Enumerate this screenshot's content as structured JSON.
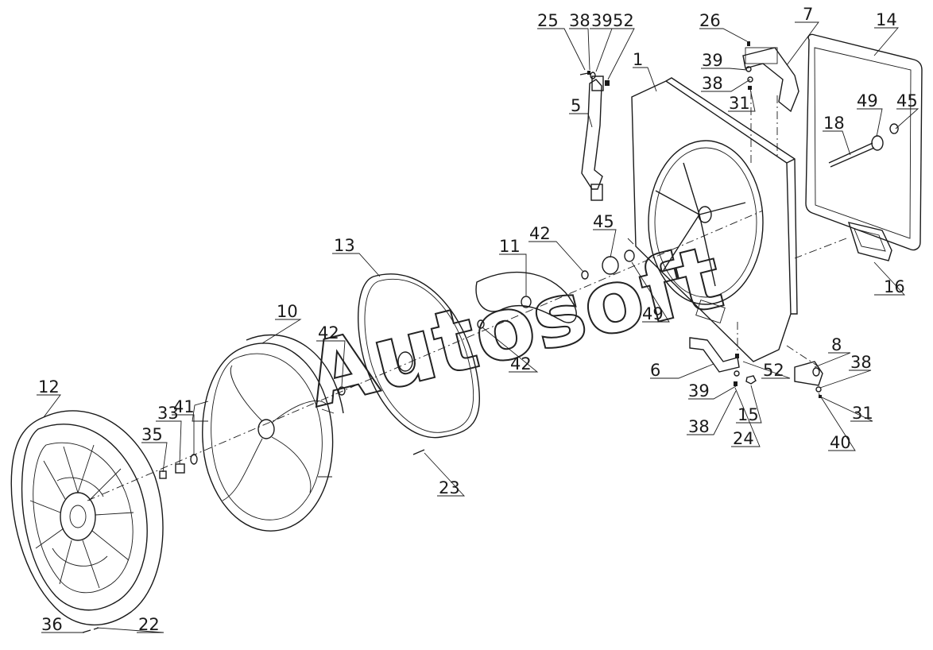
{
  "watermark": "Autosoft",
  "callouts": [
    {
      "id": "c25",
      "label": "25"
    },
    {
      "id": "c38a",
      "label": "38"
    },
    {
      "id": "c39a",
      "label": "39"
    },
    {
      "id": "c52a",
      "label": "52"
    },
    {
      "id": "c26",
      "label": "26"
    },
    {
      "id": "c7",
      "label": "7"
    },
    {
      "id": "c14",
      "label": "14"
    },
    {
      "id": "c39b",
      "label": "39"
    },
    {
      "id": "c1",
      "label": "1"
    },
    {
      "id": "c38b",
      "label": "38"
    },
    {
      "id": "c31a",
      "label": "31"
    },
    {
      "id": "c5",
      "label": "5"
    },
    {
      "id": "c49a",
      "label": "49"
    },
    {
      "id": "c45a",
      "label": "45"
    },
    {
      "id": "c18",
      "label": "18"
    },
    {
      "id": "c42a",
      "label": "42"
    },
    {
      "id": "c45b",
      "label": "45"
    },
    {
      "id": "c13",
      "label": "13"
    },
    {
      "id": "c11",
      "label": "11"
    },
    {
      "id": "c16",
      "label": "16"
    },
    {
      "id": "c49b",
      "label": "49"
    },
    {
      "id": "c10",
      "label": "10"
    },
    {
      "id": "c42b",
      "label": "42"
    },
    {
      "id": "c42c",
      "label": "42"
    },
    {
      "id": "c8",
      "label": "8"
    },
    {
      "id": "c38c",
      "label": "38"
    },
    {
      "id": "c6",
      "label": "6"
    },
    {
      "id": "c52b",
      "label": "52"
    },
    {
      "id": "c12",
      "label": "12"
    },
    {
      "id": "c41",
      "label": "41"
    },
    {
      "id": "c39c",
      "label": "39"
    },
    {
      "id": "c33",
      "label": "33"
    },
    {
      "id": "c15",
      "label": "15"
    },
    {
      "id": "c31b",
      "label": "31"
    },
    {
      "id": "c35",
      "label": "35"
    },
    {
      "id": "c38d",
      "label": "38"
    },
    {
      "id": "c24",
      "label": "24"
    },
    {
      "id": "c40",
      "label": "40"
    },
    {
      "id": "c23",
      "label": "23"
    },
    {
      "id": "c36",
      "label": "36"
    },
    {
      "id": "c22",
      "label": "22"
    }
  ]
}
